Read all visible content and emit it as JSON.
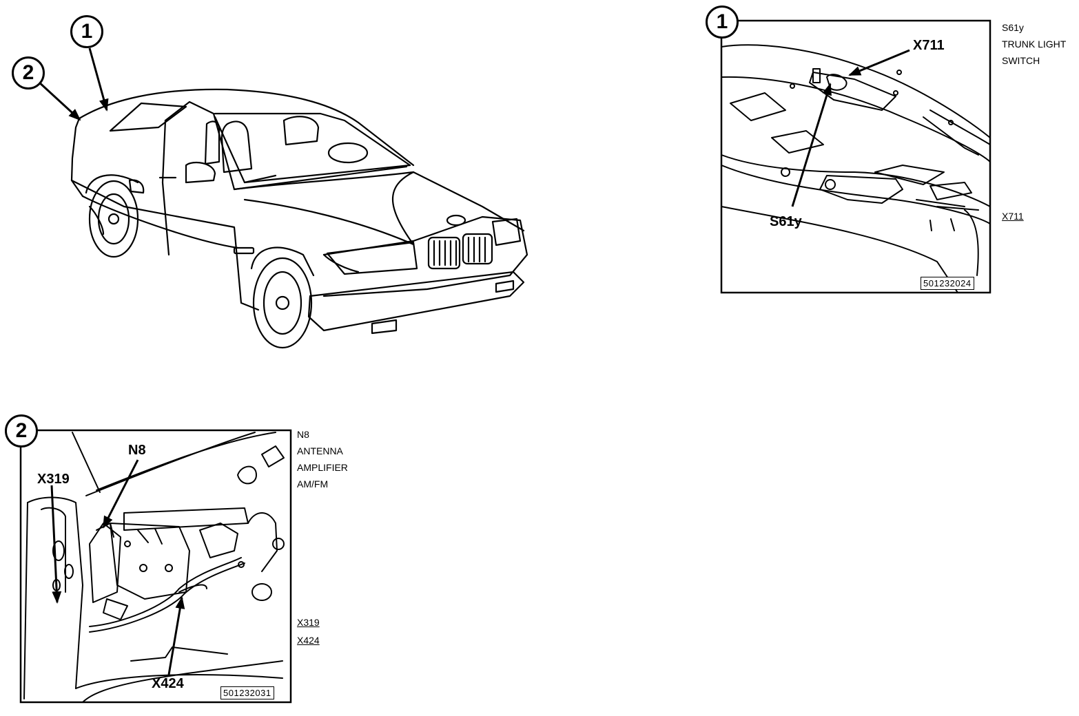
{
  "car_view": {
    "callout_1": "1",
    "callout_2": "2"
  },
  "detail_1": {
    "number": "1",
    "labels": {
      "connector": "X711",
      "switch": "S61y"
    },
    "description": "S61y\nTRUNK LIGHT\nSWITCH",
    "references": [
      "X711"
    ],
    "figure_code": "501232024"
  },
  "detail_2": {
    "number": "2",
    "labels": {
      "amplifier": "N8",
      "connector_a": "X319",
      "connector_b": "X424"
    },
    "description": "N8\nANTENNA\nAMPLIFIER\nAM/FM",
    "references": [
      "X319",
      "X424"
    ],
    "figure_code": "501232031"
  }
}
